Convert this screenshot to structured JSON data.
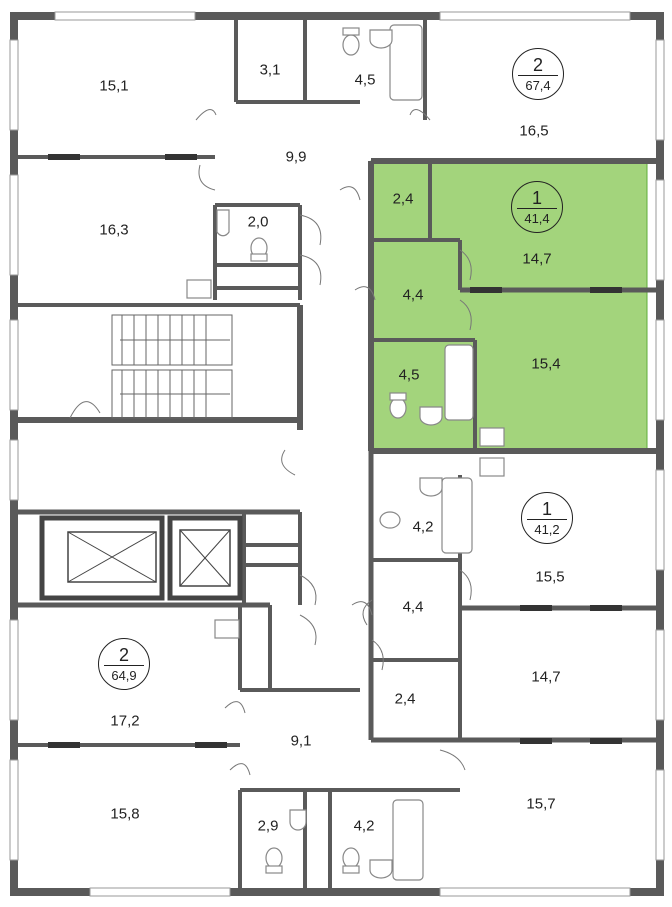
{
  "colors": {
    "highlight": "#a3d47c",
    "highlight_edge": "#5fae3a",
    "wall": "#555555",
    "fixture": "#888888",
    "text": "#222222"
  },
  "apartments": [
    {
      "id": "apt-top-right-2",
      "rooms": "2",
      "area": "67,4",
      "highlighted": false
    },
    {
      "id": "apt-selected-1",
      "rooms": "1",
      "area": "41,4",
      "highlighted": true
    },
    {
      "id": "apt-right-1",
      "rooms": "1",
      "area": "41,2",
      "highlighted": false
    },
    {
      "id": "apt-bottom-left-2",
      "rooms": "2",
      "area": "64,9",
      "highlighted": false
    }
  ],
  "rooms": {
    "r_15_1": "15,1",
    "r_3_1": "3,1",
    "r_4_5_top": "4,5",
    "r_16_5": "16,5",
    "r_9_9": "9,9",
    "r_16_3": "16,3",
    "r_2_0": "2,0",
    "r_2_4_sel": "2,4",
    "r_14_7_sel": "14,7",
    "r_4_4_sel": "4,4",
    "r_4_5_sel": "4,5",
    "r_15_4_sel": "15,4",
    "r_4_2_mid": "4,2",
    "r_15_5": "15,5",
    "r_4_4_mid": "4,4",
    "r_14_7_mid": "14,7",
    "r_2_4_mid": "2,4",
    "r_17_2": "17,2",
    "r_9_1": "9,1",
    "r_15_8": "15,8",
    "r_2_9": "2,9",
    "r_4_2_bot": "4,2",
    "r_15_7": "15,7"
  }
}
